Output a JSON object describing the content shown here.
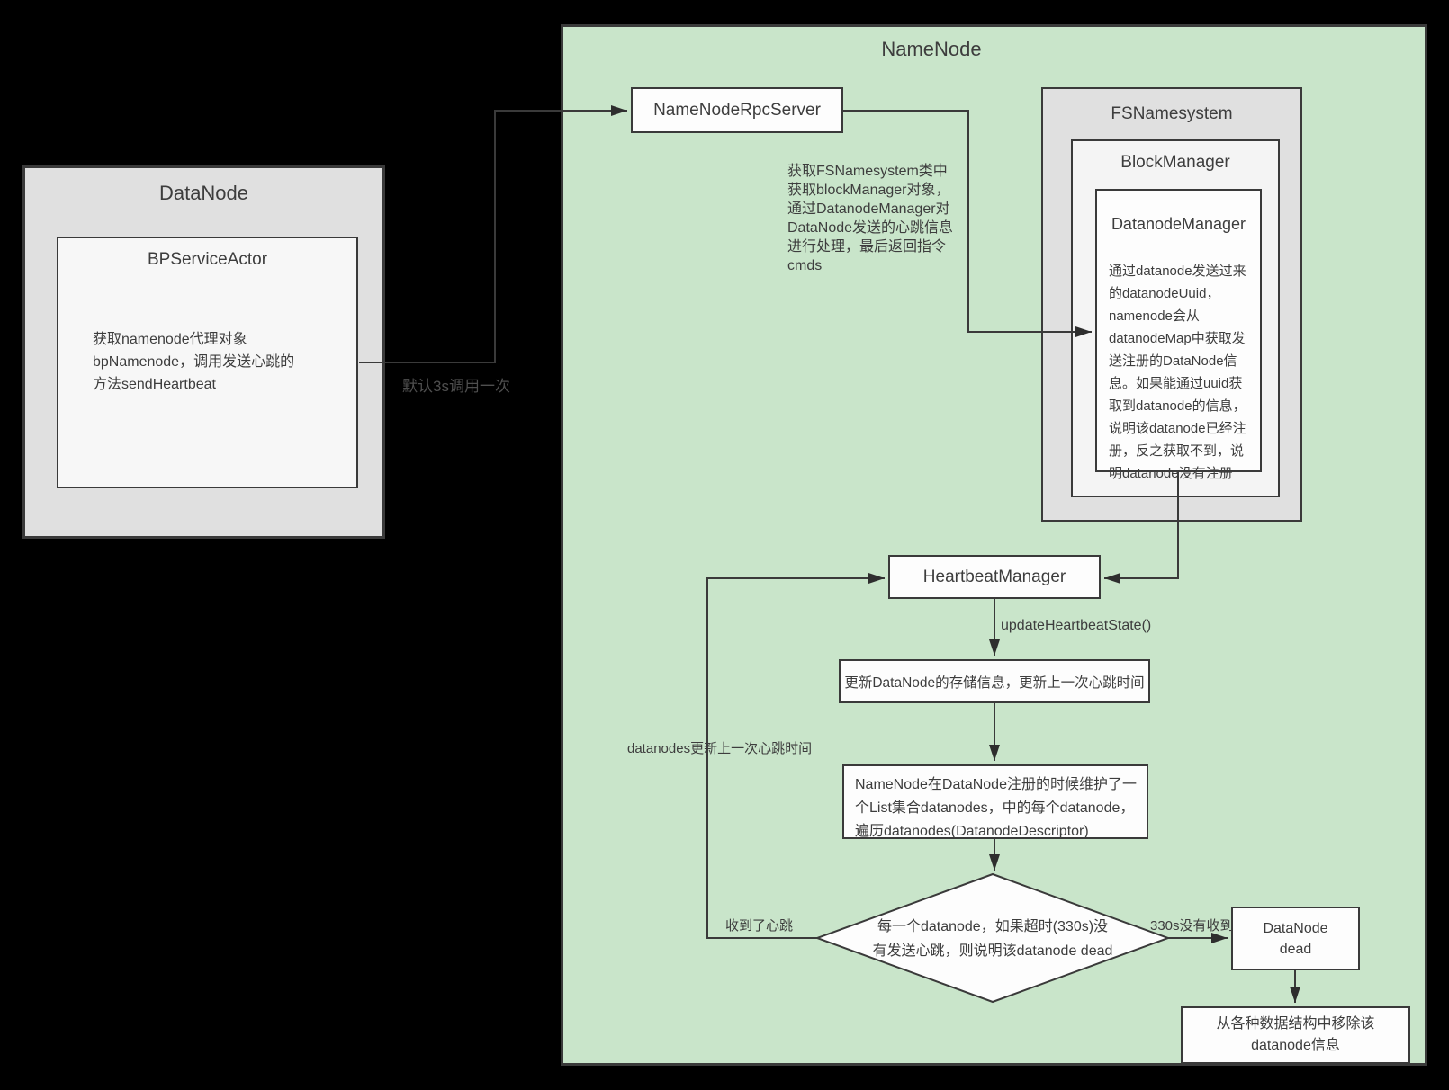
{
  "diagram": {
    "background": "#000000",
    "namenode_fill": "#c9e5ca",
    "gray_fill": "#e0e0e0",
    "border_color": "#3a3a3a"
  },
  "datanode": {
    "title": "DataNode",
    "bpserviceactor": {
      "title": "BPServiceActor",
      "body": "获取namenode代理对象\nbpNamenode，调用发送心跳的\n方法sendHeartbeat"
    }
  },
  "namenode": {
    "title": "NameNode",
    "rpcserver_label": "NameNodeRpcServer",
    "rpc_note": "获取FSNamesystem类中\n获取blockManager对象，\n通过DatanodeManager对\nDataNode发送的心跳信息\n进行处理，最后返回指令\ncmds",
    "fsnamesystem": {
      "title": "FSNamesystem",
      "blockmanager": {
        "title": "BlockManager",
        "datanodemanager": {
          "title": "DatanodeManager",
          "body": "通过datanode发送过来\n的datanodeUuid，\nnamenode会从\ndatanodeMap中获取发\n送注册的DataNode信\n息。如果能通过uuid获\n取到datanode的信息，\n说明该datanode已经注\n册，反之获取不到，说\n明datanode没有注册"
        }
      }
    },
    "heartbeatmanager_label": "HeartbeatManager",
    "flow": {
      "update_box": "更新DataNode的存储信息，更新上一次心跳时间",
      "list_box": "NameNode在DataNode注册的时候维护了一\n个List集合datanodes，中的每个datanode，\n遍历datanodes(DatanodeDescriptor)",
      "decision": "每一个datanode，如果超时(330s)没\n有发送心跳，则说明该datanode dead",
      "dead_box": "DataNode\ndead",
      "remove_box": "从各种数据结构中移除该\ndatanode信息"
    }
  },
  "labels": {
    "interval": "默认3s调用一次",
    "update_call": "updateHeartbeatState()",
    "datanodes_update": "datanodes更新上一次心跳时间",
    "received": "收到了心跳",
    "timeout": "330s没有收到"
  }
}
